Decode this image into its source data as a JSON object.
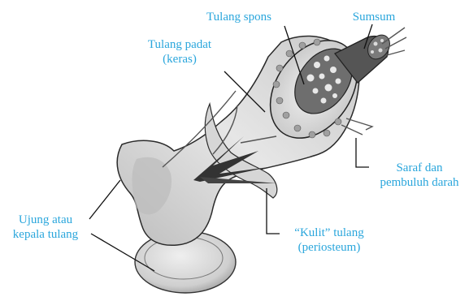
{
  "labels": {
    "tulang_spons": "Tulang spons",
    "sumsum": "Sumsum",
    "tulang_padat_1": "Tulang padat",
    "tulang_padat_2": "(keras)",
    "saraf_1": "Saraf dan",
    "saraf_2": "pembuluh darah",
    "ujung_1": "Ujung atau",
    "ujung_2": "kepala tulang",
    "kulit_1": "“Kulit” tulang",
    "kulit_2": "(periosteum)"
  },
  "colors": {
    "label": "#2aa6dc",
    "leader": "#111111",
    "bone": "#d9d9d9",
    "bone_dark": "#9a9a9a",
    "spongy": "#5a5a5a",
    "outline": "#222222"
  }
}
